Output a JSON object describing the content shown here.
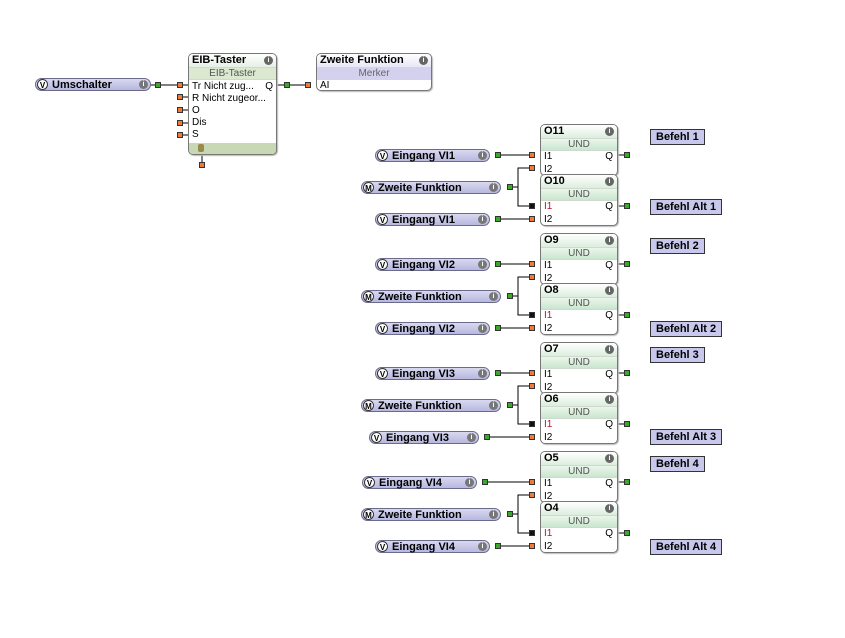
{
  "top": {
    "input_var": {
      "badge": "V",
      "label": "Umschalter"
    },
    "eib_block": {
      "title": "EIB-Taster",
      "subtitle": "EIB-Taster",
      "inputs": [
        "Tr Nicht zug...",
        "R Nicht zugeor...",
        "O",
        "Dis",
        "S"
      ],
      "output": "Q"
    },
    "merker_block": {
      "title": "Zweite Funktion",
      "subtitle": "Merker",
      "inputs": [
        "AI"
      ]
    }
  },
  "groups": [
    {
      "var_a": {
        "badge": "V",
        "label": "Eingang VI1"
      },
      "var_m": {
        "badge": "M",
        "label": "Zweite Funktion"
      },
      "var_b": {
        "badge": "V",
        "label": "Eingang VI1"
      },
      "block_top": {
        "title": "O11",
        "type": "UND",
        "in1": "I1",
        "in2": "I2",
        "out": "Q"
      },
      "block_bot": {
        "title": "O10",
        "type": "UND",
        "in1": "I1",
        "in2": "I2",
        "out": "Q"
      },
      "out_top": "Befehl 1",
      "out_bot": "Befehl Alt 1"
    },
    {
      "var_a": {
        "badge": "V",
        "label": "Eingang VI2"
      },
      "var_m": {
        "badge": "M",
        "label": "Zweite Funktion"
      },
      "var_b": {
        "badge": "V",
        "label": "Eingang VI2"
      },
      "block_top": {
        "title": "O9",
        "type": "UND",
        "in1": "I1",
        "in2": "I2",
        "out": "Q"
      },
      "block_bot": {
        "title": "O8",
        "type": "UND",
        "in1": "I1",
        "in2": "I2",
        "out": "Q"
      },
      "out_top": "Befehl 2",
      "out_bot": "Befehl Alt 2"
    },
    {
      "var_a": {
        "badge": "V",
        "label": "Eingang VI3"
      },
      "var_m": {
        "badge": "M",
        "label": "Zweite Funktion"
      },
      "var_b": {
        "badge": "V",
        "label": "Eingang VI3"
      },
      "block_top": {
        "title": "O7",
        "type": "UND",
        "in1": "I1",
        "in2": "I2",
        "out": "Q"
      },
      "block_bot": {
        "title": "O6",
        "type": "UND",
        "in1": "I1",
        "in2": "I2",
        "out": "Q"
      },
      "out_top": "Befehl 3",
      "out_bot": "Befehl Alt 3"
    },
    {
      "var_a": {
        "badge": "V",
        "label": "Eingang VI4"
      },
      "var_m": {
        "badge": "M",
        "label": "Zweite Funktion"
      },
      "var_b": {
        "badge": "V",
        "label": "Eingang VI4"
      },
      "block_top": {
        "title": "O5",
        "type": "UND",
        "in1": "I1",
        "in2": "I2",
        "out": "Q"
      },
      "block_bot": {
        "title": "O4",
        "type": "UND",
        "in1": "I1",
        "in2": "I2",
        "out": "Q"
      },
      "out_top": "Befehl 4",
      "out_bot": "Befehl Alt 4"
    }
  ],
  "icons": {
    "info": "i"
  }
}
